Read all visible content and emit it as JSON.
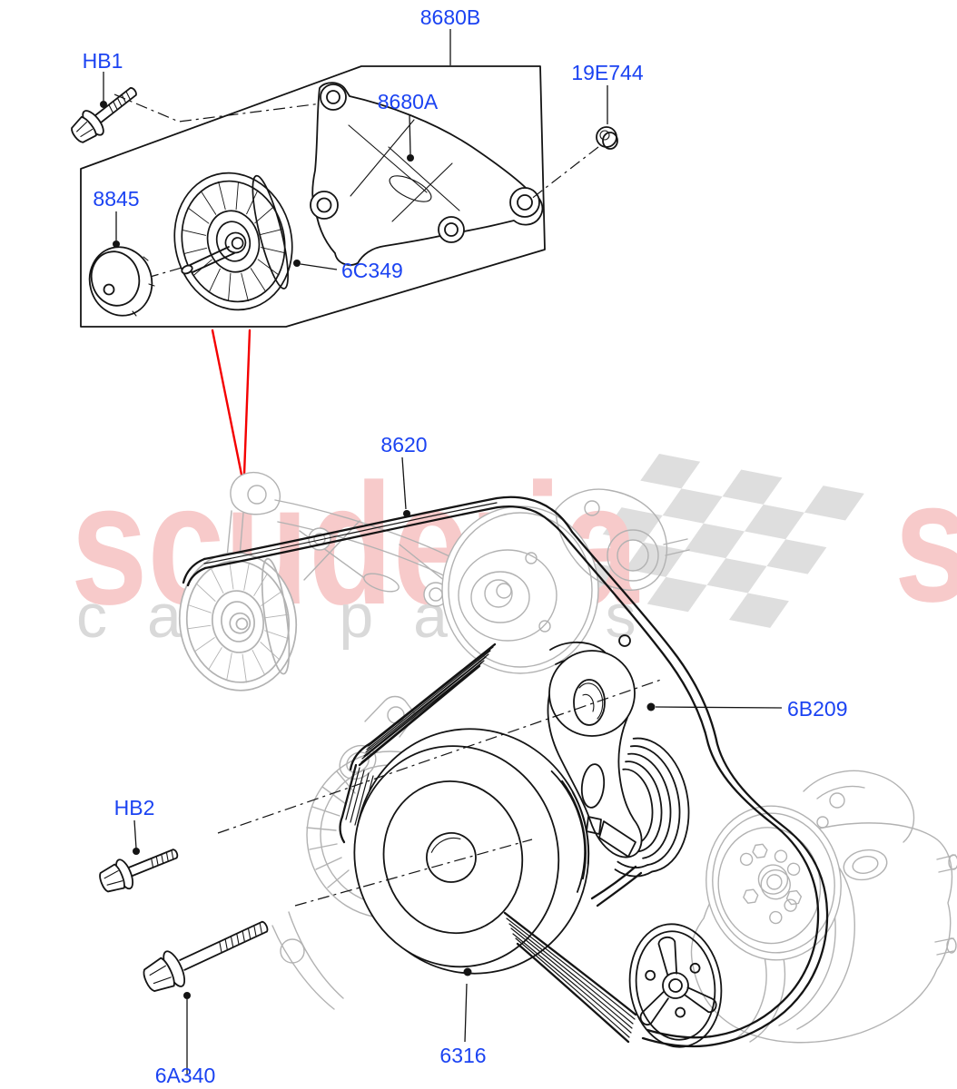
{
  "watermark": {
    "brand_text": "scuderia",
    "brand_tile_partial": "sc",
    "tagline_text": "car parts",
    "brand_color": "#f7caca",
    "tagline_color": "#d9d9d9",
    "flag_color": "#dedede"
  },
  "callouts": {
    "label_color": "#1b43f2",
    "leader_color": "#141414",
    "locator_color": "#f40000",
    "inset": [
      {
        "id": "HB1",
        "text": "HB1"
      },
      {
        "id": "8680B",
        "text": "8680B"
      },
      {
        "id": "8680A",
        "text": "8680A"
      },
      {
        "id": "19E744",
        "text": "19E744"
      },
      {
        "id": "8845",
        "text": "8845"
      },
      {
        "id": "6C349",
        "text": "6C349"
      }
    ],
    "main": [
      {
        "id": "8620",
        "text": "8620"
      },
      {
        "id": "6B209",
        "text": "6B209"
      },
      {
        "id": "HB2",
        "text": "HB2"
      },
      {
        "id": "6A340",
        "text": "6A340"
      },
      {
        "id": "6316",
        "text": "6316"
      }
    ]
  },
  "diagram": {
    "ink_color": "#141414",
    "ghost_color": "#b2b2b2",
    "description": "Pulleys and drive belt exploded parts diagram"
  }
}
